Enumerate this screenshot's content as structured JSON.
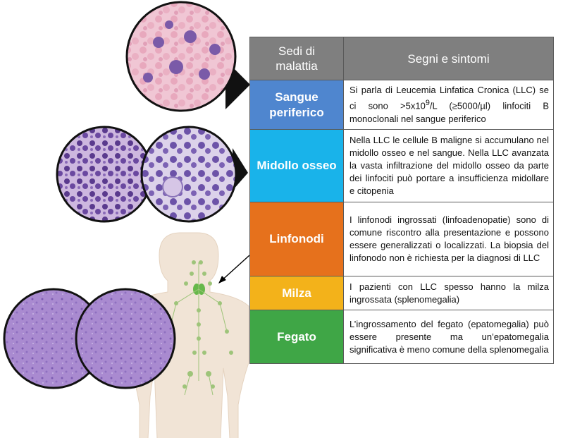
{
  "table": {
    "headers": [
      "Sedi di malattia",
      "Segni e sintomi"
    ],
    "rows": [
      {
        "site": "Sangue periferico",
        "color": "#4f86cf",
        "description_html": "Si parla di Leucemia Linfatica Cronica (LLC) se ci sono &gt;5x10<sup>9</sup>/L (≥5000/µl) linfociti B monoclonali nel sangue periferico",
        "description": "Si parla di Leucemia Linfatica Cronica (LLC) se ci sono >5x109/L (≥5000/µl) linfociti B monoclonali nel sangue periferico"
      },
      {
        "site": "Midollo osseo",
        "color": "#19b3ea",
        "description": "Nella LLC le cellule B maligne si accumulano nel midollo osseo e nel sangue. Nella LLC avanzata la vasta infiltrazione del midollo osseo da parte dei linfociti può portare a insufficienza midollare e citopenia"
      },
      {
        "site": "Linfonodi",
        "color": "#e6711c",
        "description": "I linfonodi ingrossati (linfoadenopatie) sono di comune riscontro alla presentazione e possono essere generalizzati o localizzati. La biopsia del linfonodo non è richiesta per la diagnosi di LLC"
      },
      {
        "site": "Milza",
        "color": "#f3b21a",
        "description": "I pazienti con LLC spesso hanno la milza ingrossata (splenomegalia)"
      },
      {
        "site": "Fegato",
        "color": "#3fa646",
        "description": "L’ingrossamento del fegato (epatomegalia) può essere presente ma un’epatomegalia significativa è meno comune della splenomegalia"
      }
    ]
  },
  "colors": {
    "header_bg": "#7f7f7f",
    "blood_cell_bg": "#e9b6c8",
    "marrow_bg": "#cfc3e4",
    "node_bg": "#b38fcf",
    "body_skin": "#f1e4d6",
    "lymph_green": "#9ec47a"
  },
  "icons": [
    "blood-smear-micrograph",
    "bone-marrow-micrograph",
    "lymph-node-micrograph",
    "human-body-lymphatic-figure"
  ]
}
